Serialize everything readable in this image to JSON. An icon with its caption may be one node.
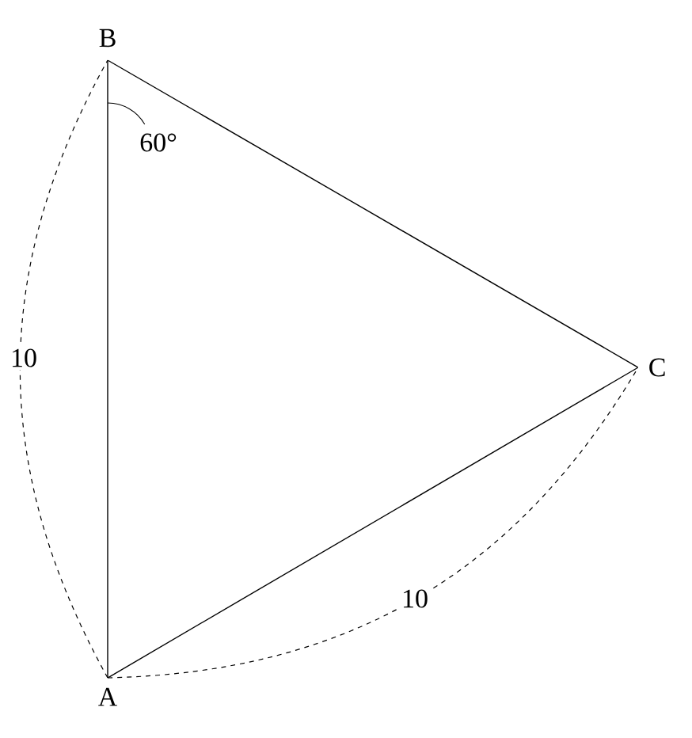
{
  "diagram": {
    "nodes": [
      {
        "text": [
          "B"
        ]
      },
      {
        "text": [
          "C"
        ]
      },
      {
        "text": [
          "A"
        ]
      }
    ],
    "edges": [
      {
        "from": 0,
        "to": 1,
        "arrow": "none"
      },
      {
        "from": 1,
        "to": 2,
        "arrow": "none"
      },
      {
        "from": 2,
        "to": 0,
        "arrow": "none"
      }
    ],
    "labels": [
      "60°",
      "10",
      "10"
    ]
  }
}
